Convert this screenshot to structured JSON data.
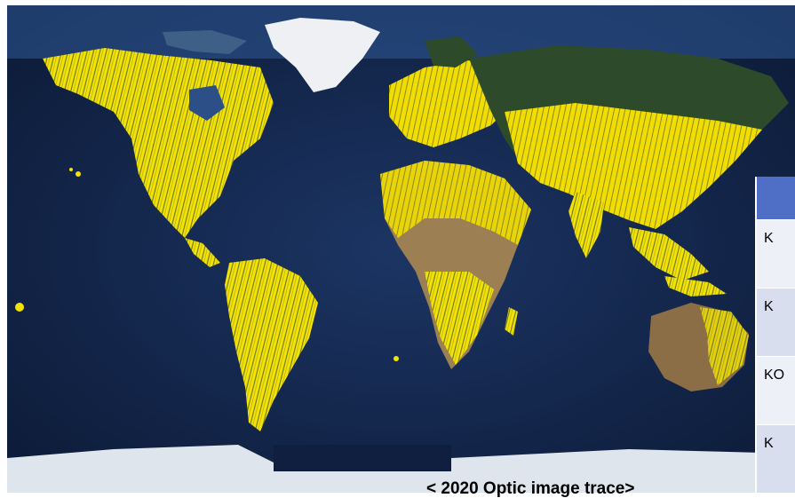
{
  "map": {
    "caption": "< 2020 Optic image trace>",
    "colors": {
      "ocean": "#13264c",
      "shelf": "#3c6aa8",
      "land": "#2d4a2a",
      "ice": "#e8ecf2",
      "trace": "#f5e400",
      "desert": "#9c7f52"
    }
  },
  "table": {
    "header_color": "#4f6fc6",
    "rows": [
      {
        "text": "K"
      },
      {
        "text": "K"
      },
      {
        "text": "KO"
      },
      {
        "text": "K"
      }
    ]
  }
}
